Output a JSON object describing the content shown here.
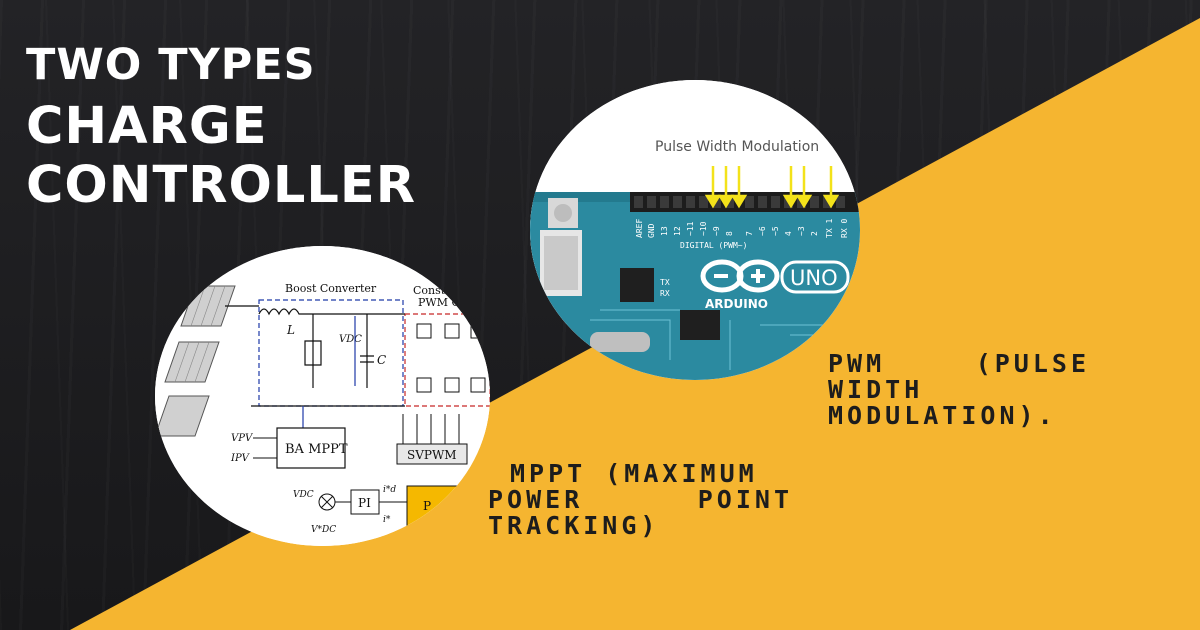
{
  "heading": {
    "line1": "TWO TYPES",
    "line2": "CHARGE",
    "line3": "CONTROLLER"
  },
  "colors": {
    "dark_background": "#1b1b1d",
    "accent_yellow": "#f5b530",
    "board_teal": "#2b8aa0",
    "text_dark": "#1d1d1d"
  },
  "arduino_image": {
    "caption": "Pulse Width Modulation",
    "brand": "ARDUINO",
    "model": "UNO",
    "header_label": "DIGITAL (PWM~)",
    "pins": [
      "AREF",
      "GND",
      "13",
      "12",
      "~11",
      "~10",
      "~9",
      "8",
      "7",
      "~6",
      "~5",
      "4",
      "~3",
      "2",
      "TX 1",
      "RX 0"
    ],
    "side_labels": [
      "TX",
      "RX"
    ],
    "pwm_arrow_count": 6
  },
  "mppt_image": {
    "block_boost": "Boost Converter",
    "block_pwm": "PWM C",
    "block_const": "Const",
    "component_inductor": "L",
    "component_capacitor": "C",
    "voltage_dc": "VDC",
    "block_mppt": "BA MPPT",
    "input_vpv": "VPV",
    "input_ipv": "IPV",
    "block_svpwm": "SVPWM",
    "block_pi": "PI",
    "block_pi2": "P",
    "ref_vdc": "VDC",
    "ref_vdc_star": "V*DC",
    "ref_id": "i*d",
    "ref_iq": "i*"
  },
  "labels": {
    "pwm": {
      "line1": [
        "PWM",
        "(PULSE"
      ],
      "line2": "WIDTH",
      "line3": "MODULATION)."
    },
    "mppt": {
      "line1": "MPPT (MAXIMUM",
      "line2": [
        "POWER",
        "POINT"
      ],
      "line3": "TRACKING)"
    }
  }
}
